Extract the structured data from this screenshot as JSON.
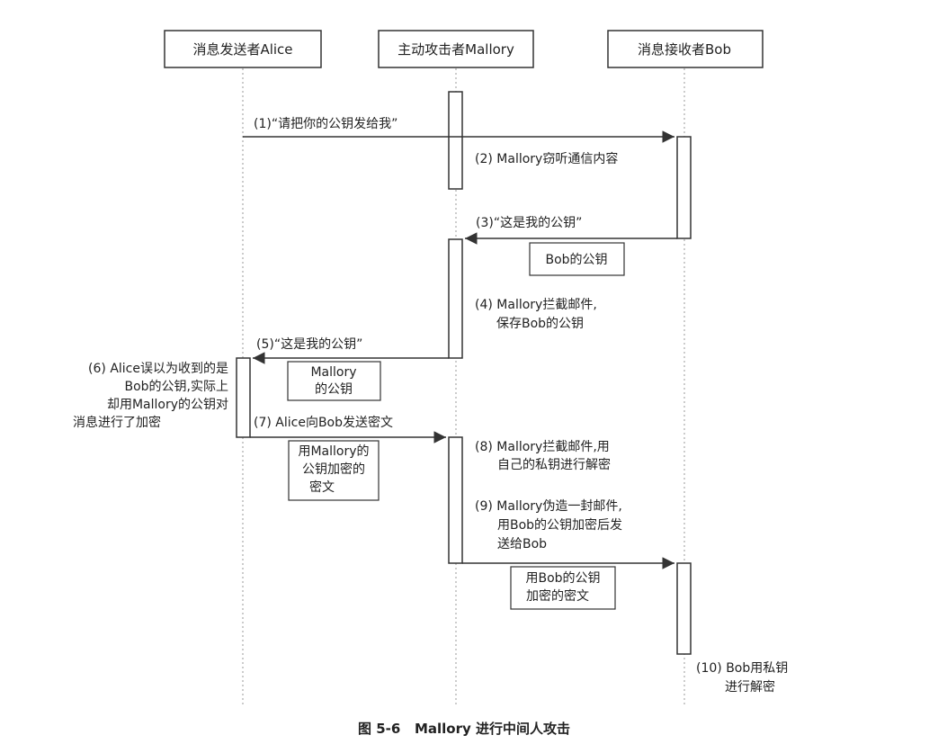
{
  "participants": {
    "alice": "消息发送者Alice",
    "mallory": "主动攻击者Mallory",
    "bob": "消息接收者Bob"
  },
  "messages": {
    "m1": "(1)“请把你的公钥发给我”",
    "m3": "(3)“这是我的公钥”",
    "m5": "(5)“这是我的公钥”",
    "m7": "(7) Alice向Bob发送密文"
  },
  "notes": {
    "n2": "(2) Mallory窃听通信内容",
    "n4": [
      "(4) Mallory拦截邮件,",
      "保存Bob的公钥"
    ],
    "n6": [
      "(6) Alice误以为收到的是",
      "Bob的公钥,实际上",
      "却用Mallory的公钥对",
      "消息进行了加密"
    ],
    "n8": [
      "(8) Mallory拦截邮件,用",
      "自己的私钥进行解密"
    ],
    "n9": [
      "(9) Mallory伪造一封邮件,",
      "用Bob的公钥加密后发",
      "送给Bob"
    ],
    "n10": [
      "(10) Bob用私钥",
      "进行解密"
    ]
  },
  "payloads": {
    "p3": "Bob的公钥",
    "p5": [
      "Mallory",
      "的公钥"
    ],
    "p7": [
      "用Mallory的",
      "公钥加密的",
      "密文"
    ],
    "p9": [
      "用Bob的公钥",
      "加密的密文"
    ]
  },
  "caption": "图 5-6   Mallory 进行中间人攻击",
  "colors": {
    "line": "#333333",
    "lifeline": "#999999"
  }
}
